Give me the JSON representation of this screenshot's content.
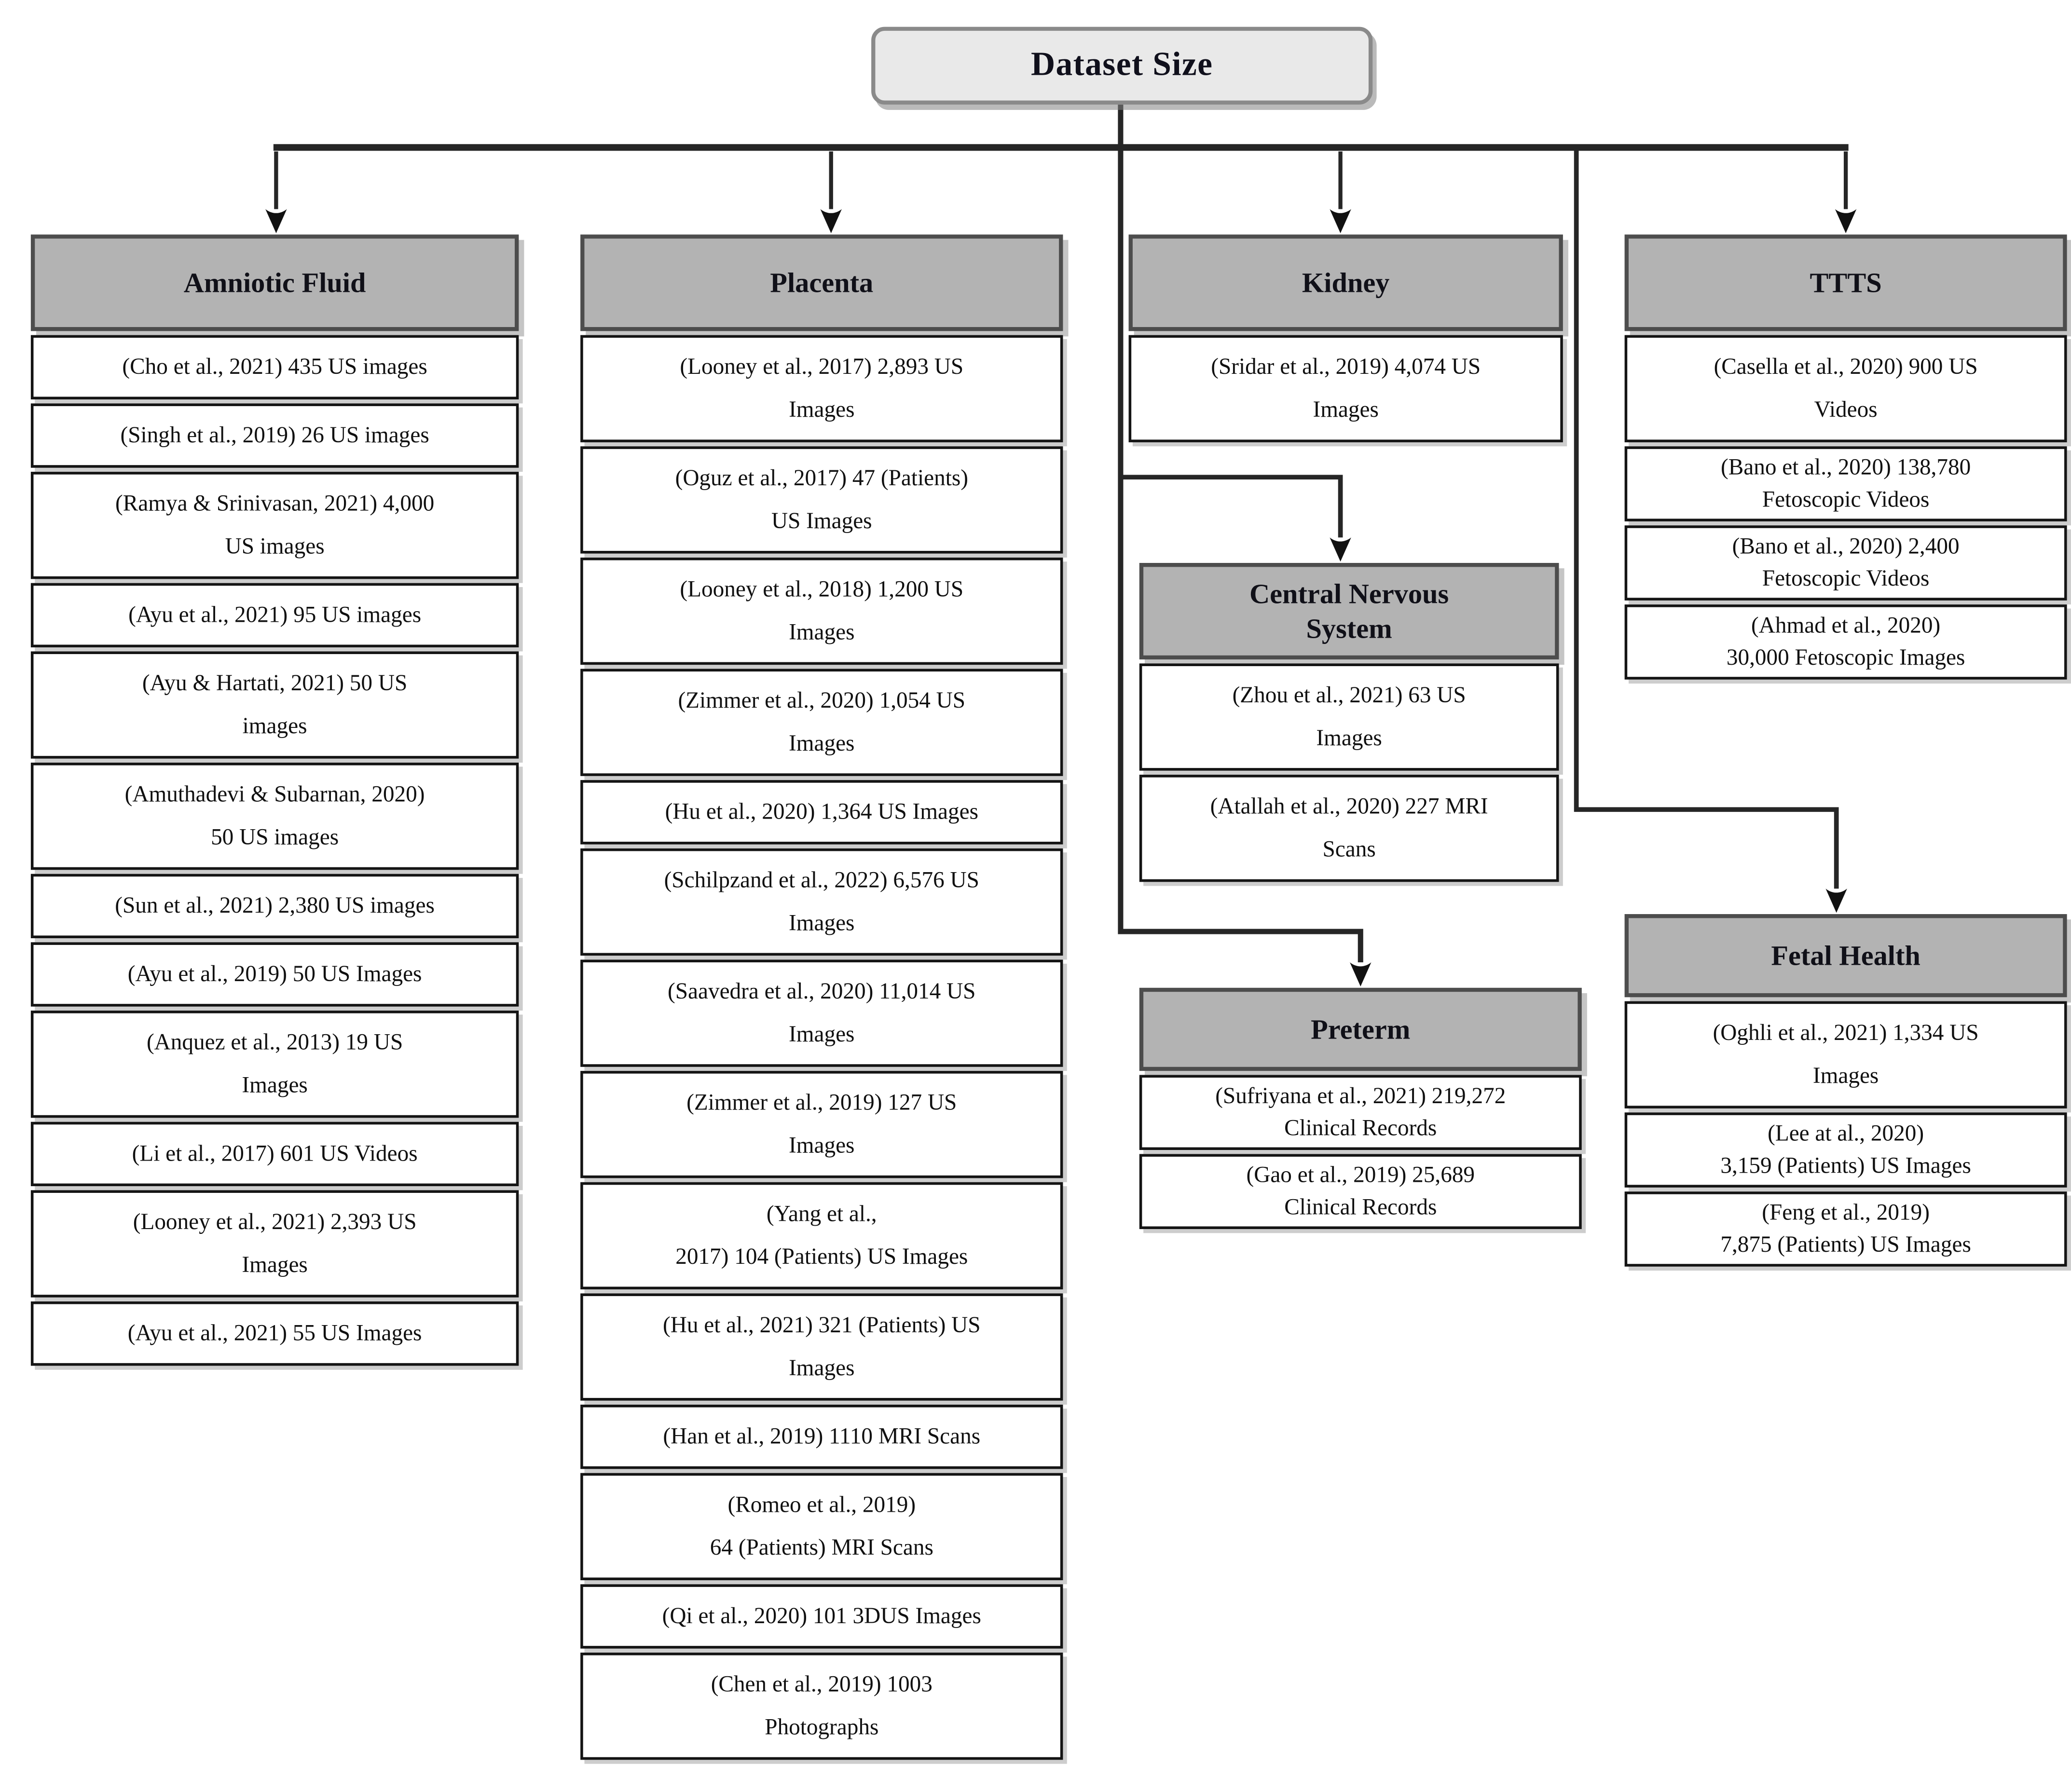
{
  "title": "Dataset Size",
  "columns": [
    {
      "id": "amniotic-fluid",
      "label": "Amniotic Fluid",
      "items": [
        {
          "text": "(Cho et al., 2021) 435 US images"
        },
        {
          "text": "(Singh et al., 2019) 26 US images"
        },
        {
          "text": "(Ramya & Srinivasan, 2021) 4,000\nUS images"
        },
        {
          "text": "(Ayu et al., 2021) 95 US images"
        },
        {
          "text": "(Ayu & Hartati, 2021) 50 US\nimages"
        },
        {
          "text": "(Amuthadevi & Subarnan, 2020)\n50 US images"
        },
        {
          "text": "(Sun et al., 2021) 2,380 US images"
        },
        {
          "text": "(Ayu et al., 2019) 50 US Images"
        },
        {
          "text": "(Anquez et al., 2013) 19 US\nImages"
        },
        {
          "text": "(Li et al., 2017) 601 US Videos"
        },
        {
          "text": "(Looney et al., 2021) 2,393 US\nImages"
        },
        {
          "text": "(Ayu et al., 2021) 55 US Images"
        }
      ]
    },
    {
      "id": "placenta",
      "label": "Placenta",
      "items": [
        {
          "text": "(Looney et al., 2017) 2,893 US\nImages"
        },
        {
          "text": "(Oguz et al., 2017) 47 (Patients)\nUS Images"
        },
        {
          "text": "(Looney et al., 2018)  1,200 US\nImages"
        },
        {
          "text": "(Zimmer et al., 2020) 1,054 US\nImages"
        },
        {
          "text": "(Hu et al., 2020) 1,364 US Images"
        },
        {
          "text": "(Schilpzand et al., 2022) 6,576 US\nImages"
        },
        {
          "text": "(Saavedra et al., 2020) 11,014 US\nImages"
        },
        {
          "text": "(Zimmer et al., 2019)  127 US\nImages"
        },
        {
          "text": "(Yang et al.,\n2017) 104 (Patients) US Images"
        },
        {
          "text": "(Hu et al., 2021) 321 (Patients) US\nImages"
        },
        {
          "text": "(Han et al., 2019) 1110 MRI Scans"
        },
        {
          "text": "(Romeo et al., 2019)\n64 (Patients) MRI Scans"
        },
        {
          "text": "(Qi et al., 2020) 101 3DUS Images"
        },
        {
          "text": "(Chen et al., 2019) 1003\nPhotographs"
        }
      ]
    },
    {
      "id": "kidney",
      "label": "Kidney",
      "items": [
        {
          "text": "(Sridar et al., 2019)  4,074 US\nImages"
        }
      ]
    },
    {
      "id": "ttts",
      "label": "TTTS",
      "items": [
        {
          "text": "(Casella et al., 2020) 900 US\nVideos"
        },
        {
          "text": "(Bano et al., 2020) 138,780\nFetoscopic Videos",
          "tight": true
        },
        {
          "text": "(Bano et al., 2020) 2,400\nFetoscopic Videos",
          "tight": true
        },
        {
          "text": "(Ahmad et al., 2020)\n30,000 Fetoscopic Images",
          "tight": true
        }
      ]
    },
    {
      "id": "cns",
      "label": "Central Nervous\nSystem",
      "items": [
        {
          "text": "(Zhou et al., 2021) 63 US\nImages"
        },
        {
          "text": "(Atallah et al., 2020) 227 MRI\nScans"
        }
      ]
    },
    {
      "id": "preterm",
      "label": "Preterm",
      "items": [
        {
          "text": "(Sufriyana et al., 2021) 219,272\nClinical Records",
          "tight": true
        },
        {
          "text": "(Gao et al., 2019) 25,689\nClinical Records",
          "tight": true
        }
      ]
    },
    {
      "id": "fetal-health",
      "label": "Fetal Health",
      "items": [
        {
          "text": "(Oghli et al., 2021) 1,334 US\nImages"
        },
        {
          "text": "(Lee at al., 2020)\n3,159 (Patients) US Images",
          "tight": true
        },
        {
          "text": "(Feng et al., 2019)\n7,875 (Patients) US Images",
          "tight": true
        }
      ]
    }
  ]
}
